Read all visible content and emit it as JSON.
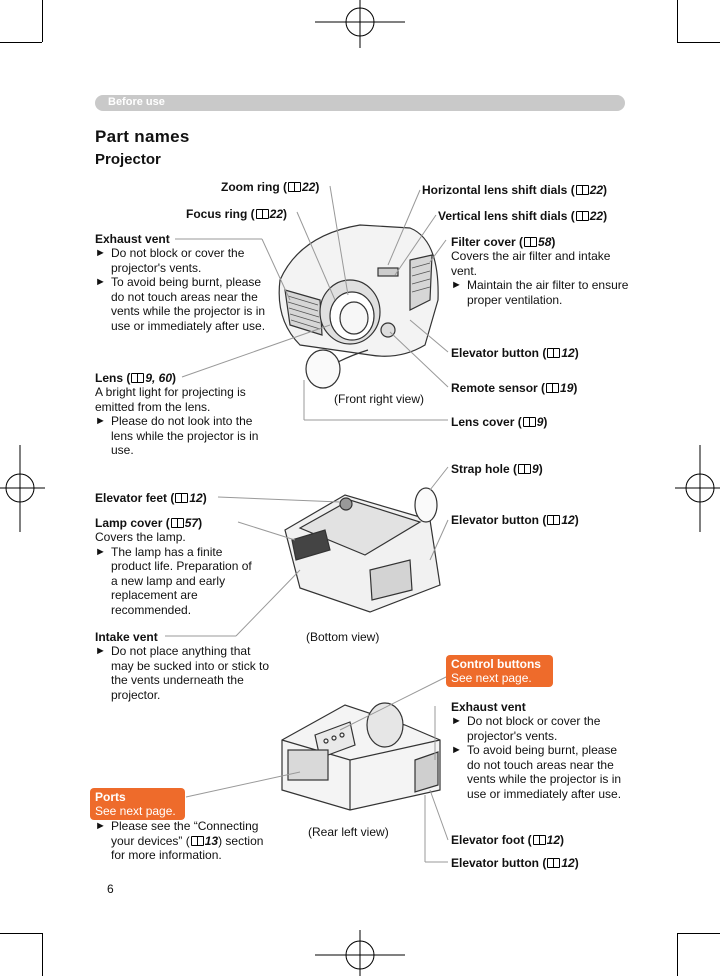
{
  "section": "Before use",
  "title": "Part names",
  "subtitle": "Projector",
  "labels": {
    "zoom_ring": "Zoom ring (",
    "zoom_ref": "22",
    "focus_ring": "Focus ring (",
    "focus_ref": "22",
    "hshift": "Horizontal lens shift dials (",
    "hshift_ref": "22",
    "vshift": "Vertical lens shift dials (",
    "vshift_ref": "22",
    "filter_cover": "Filter cover (",
    "filter_ref": "58",
    "filter_desc": "Covers the air filter and intake vent.",
    "filter_bullet": "Maintain the air filter to ensure proper ventilation.",
    "exhaust": "Exhaust vent",
    "exhaust_b1": "Do not block or cover the projector's vents.",
    "exhaust_b2": "To avoid being burnt, please do not touch areas near the vents while the projector is in use or immediately after use.",
    "lens": "Lens (",
    "lens_ref": "9, 60",
    "lens_desc": "A bright light for projecting is emitted from the lens.",
    "lens_bullet": "Please do not look into the lens while the projector is in use.",
    "elevator_button": "Elevator button (",
    "elevator_button_ref": "12",
    "remote_sensor": "Remote sensor (",
    "remote_ref": "19",
    "lens_cover": "Lens cover (",
    "lens_cover_ref": "9",
    "front_view": "(Front right view)",
    "strap_hole": "Strap hole (",
    "strap_ref": "9",
    "elevator_feet": "Elevator feet (",
    "elevator_feet_ref": "12",
    "lamp_cover": "Lamp cover (",
    "lamp_ref": "57",
    "lamp_desc": "Covers the lamp.",
    "lamp_bullet": "The lamp has a finite product life. Preparation of a new lamp and early replacement are recommended.",
    "elevator_button2": "Elevator button (",
    "elevator_button2_ref": "12",
    "intake": "Intake vent",
    "intake_bullet": "Do not place anything that may be sucked into or stick to the vents underneath the projector.",
    "bottom_view": "(Bottom view)",
    "control_buttons": "Control buttons",
    "control_desc": "See next page.",
    "exhaust2": "Exhaust vent",
    "exhaust2_b1": "Do not block or cover the projector's vents.",
    "exhaust2_b2": "To avoid being burnt, please do not touch areas near the vents while the projector is in use or immediately after use.",
    "ports": "Ports",
    "ports_desc": "See next page.",
    "ports_bullet_pre": "Please see the “Connecting your devices” (",
    "ports_ref": "13",
    "ports_bullet_post": ") section for more information.",
    "rear_view": "(Rear left view)",
    "elevator_foot": "Elevator foot (",
    "elevator_foot_ref": "12",
    "elevator_button3": "Elevator button (",
    "elevator_button3_ref": "12",
    "close": ")"
  },
  "page_number": "6",
  "colors": {
    "callout": "#ee6b2b",
    "section_bar": "#c9c9c9"
  }
}
